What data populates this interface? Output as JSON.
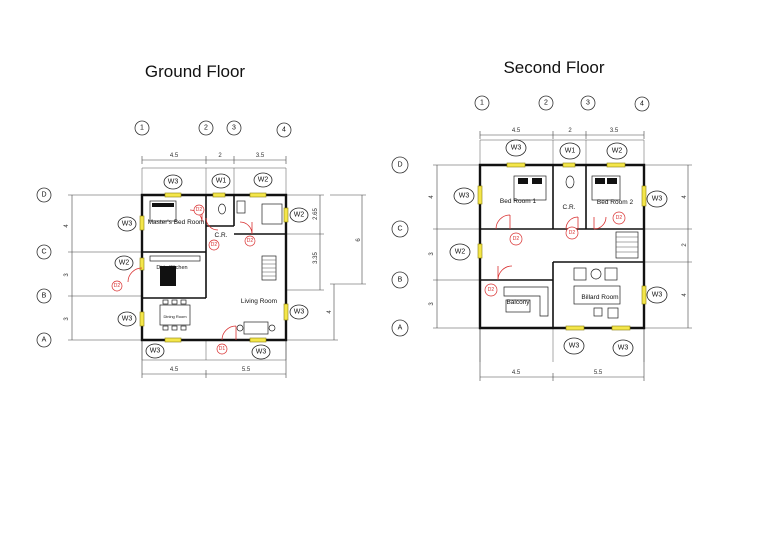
{
  "titles": {
    "ground": "Ground Floor",
    "second": "Second Floor"
  },
  "ground": {
    "col_markers": [
      "1",
      "2",
      "3",
      "4"
    ],
    "row_markers": [
      "D",
      "C",
      "B",
      "A"
    ],
    "dims_top": [
      "4.5",
      "2",
      "3.5"
    ],
    "dims_bottom": [
      "4.5",
      "5.5"
    ],
    "dims_left": [
      "4",
      "3",
      "3"
    ],
    "dims_right": [
      "2.65",
      "3.35",
      "6",
      "4"
    ],
    "rooms": {
      "master": "Master's Bed Room",
      "cr": "C.R.",
      "dirty": "Dirty Kitchen",
      "dining": "Dining Room",
      "living": "Living Room"
    },
    "window_tags": {
      "top1": "W3",
      "top2": "W1",
      "top3": "W2",
      "left1": "W3",
      "left2": "W2",
      "left3": "W3",
      "right1": "W2",
      "right2": "W3",
      "bot1": "W3",
      "bot2": "W3"
    },
    "door_tags": {
      "d_master": "D2",
      "d_cr": "D2",
      "d_cr2": "D2",
      "d_ext": "D2",
      "d_main": "D1"
    }
  },
  "second": {
    "col_markers": [
      "1",
      "2",
      "3",
      "4"
    ],
    "row_markers": [
      "D",
      "C",
      "B",
      "A"
    ],
    "dims_top": [
      "4.5",
      "2",
      "3.5"
    ],
    "dims_bottom": [
      "4.5",
      "5.5"
    ],
    "dims_left": [
      "4",
      "3",
      "3"
    ],
    "dims_right": [
      "4",
      "2",
      "4"
    ],
    "rooms": {
      "bed1": "Bed Room 1",
      "cr": "C.R.",
      "bed2": "Bed Room 2",
      "balcony": "Balcony",
      "billiard": "Billard Room"
    },
    "window_tags": {
      "top1": "W3",
      "top2": "W1",
      "top3": "W2",
      "left1": "W3",
      "left2": "W2",
      "right1": "W3",
      "right2": "W3",
      "bot1": "W3",
      "bot2": "W3"
    },
    "door_tags": {
      "d_bed1": "D2",
      "d_cr": "D2",
      "d_bed2": "D2",
      "d_balc": "D2"
    }
  }
}
